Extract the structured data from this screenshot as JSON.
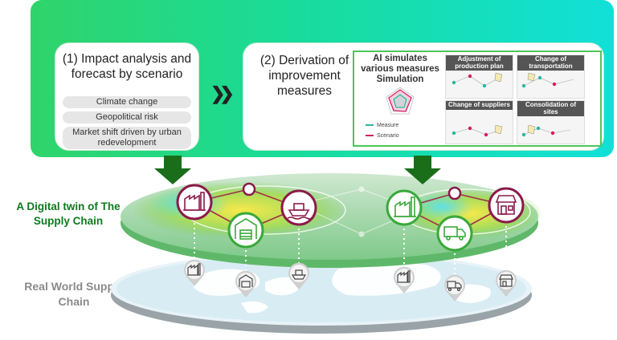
{
  "impact": {
    "title": "(1) Impact analysis and forecast by scenario",
    "items": [
      "Climate change",
      "Geopolitical risk",
      "Market shift driven by urban redevelopment"
    ]
  },
  "derivation": {
    "title": "(2) Derivation of improvement measures"
  },
  "simulation": {
    "title": "AI simulates various measures Simulation",
    "legend": [
      {
        "label": "Measure",
        "color": "#2bb5a3"
      },
      {
        "label": "Scenario",
        "color": "#d81b60"
      }
    ],
    "panels": [
      "Adjustment of production plan",
      "Change of transportation",
      "Change of suppliers",
      "Consolidation of sites"
    ]
  },
  "labels": {
    "digital_twin": "A Digital twin of The Supply Chain",
    "real_world": "Real World Supply Chain"
  },
  "nodes": {
    "upper": [
      "factory-icon",
      "warehouse-icon",
      "ship-icon",
      "factory-icon",
      "truck-icon",
      "store-icon"
    ],
    "lower": [
      "factory-icon",
      "warehouse-icon",
      "ship-icon",
      "factory-icon",
      "truck-icon",
      "store-icon"
    ]
  },
  "colors": {
    "accent": "#8b1a4a",
    "green": "#2e8b2e",
    "arrow": "#1a6e1a"
  }
}
